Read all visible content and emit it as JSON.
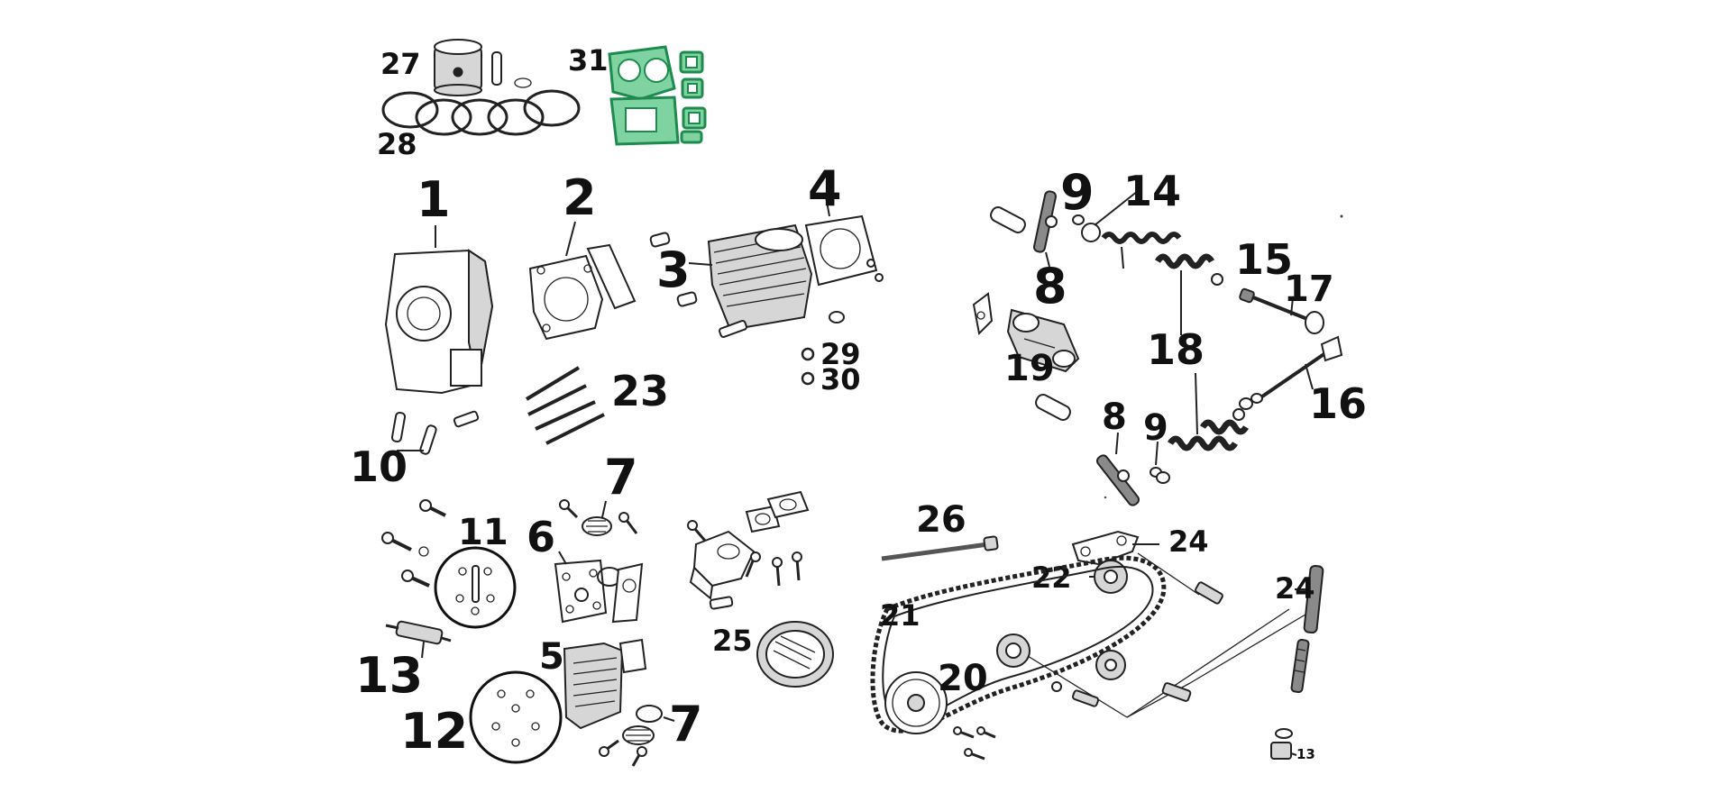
{
  "labels": {
    "p27": "27",
    "p28": "28",
    "p31": "31",
    "p1": "1",
    "p2": "2",
    "p3": "3",
    "p4": "4",
    "p29": "29",
    "p30": "30",
    "p23": "23",
    "p10": "10",
    "p11": "11",
    "p6": "6",
    "p7a": "7",
    "p7b": "7",
    "p13a": "13",
    "p12": "12",
    "p5": "5",
    "p25": "25",
    "p9a": "9",
    "p14": "14",
    "p8a": "8",
    "p15": "15",
    "p17": "17",
    "p19": "19",
    "p18": "18",
    "p16": "16",
    "p8b": "8",
    "p9b": "9",
    "p26": "26",
    "p24a": "24",
    "p22": "22",
    "p24b": "24",
    "p21": "21",
    "p20": "20",
    "p13b": "13"
  }
}
